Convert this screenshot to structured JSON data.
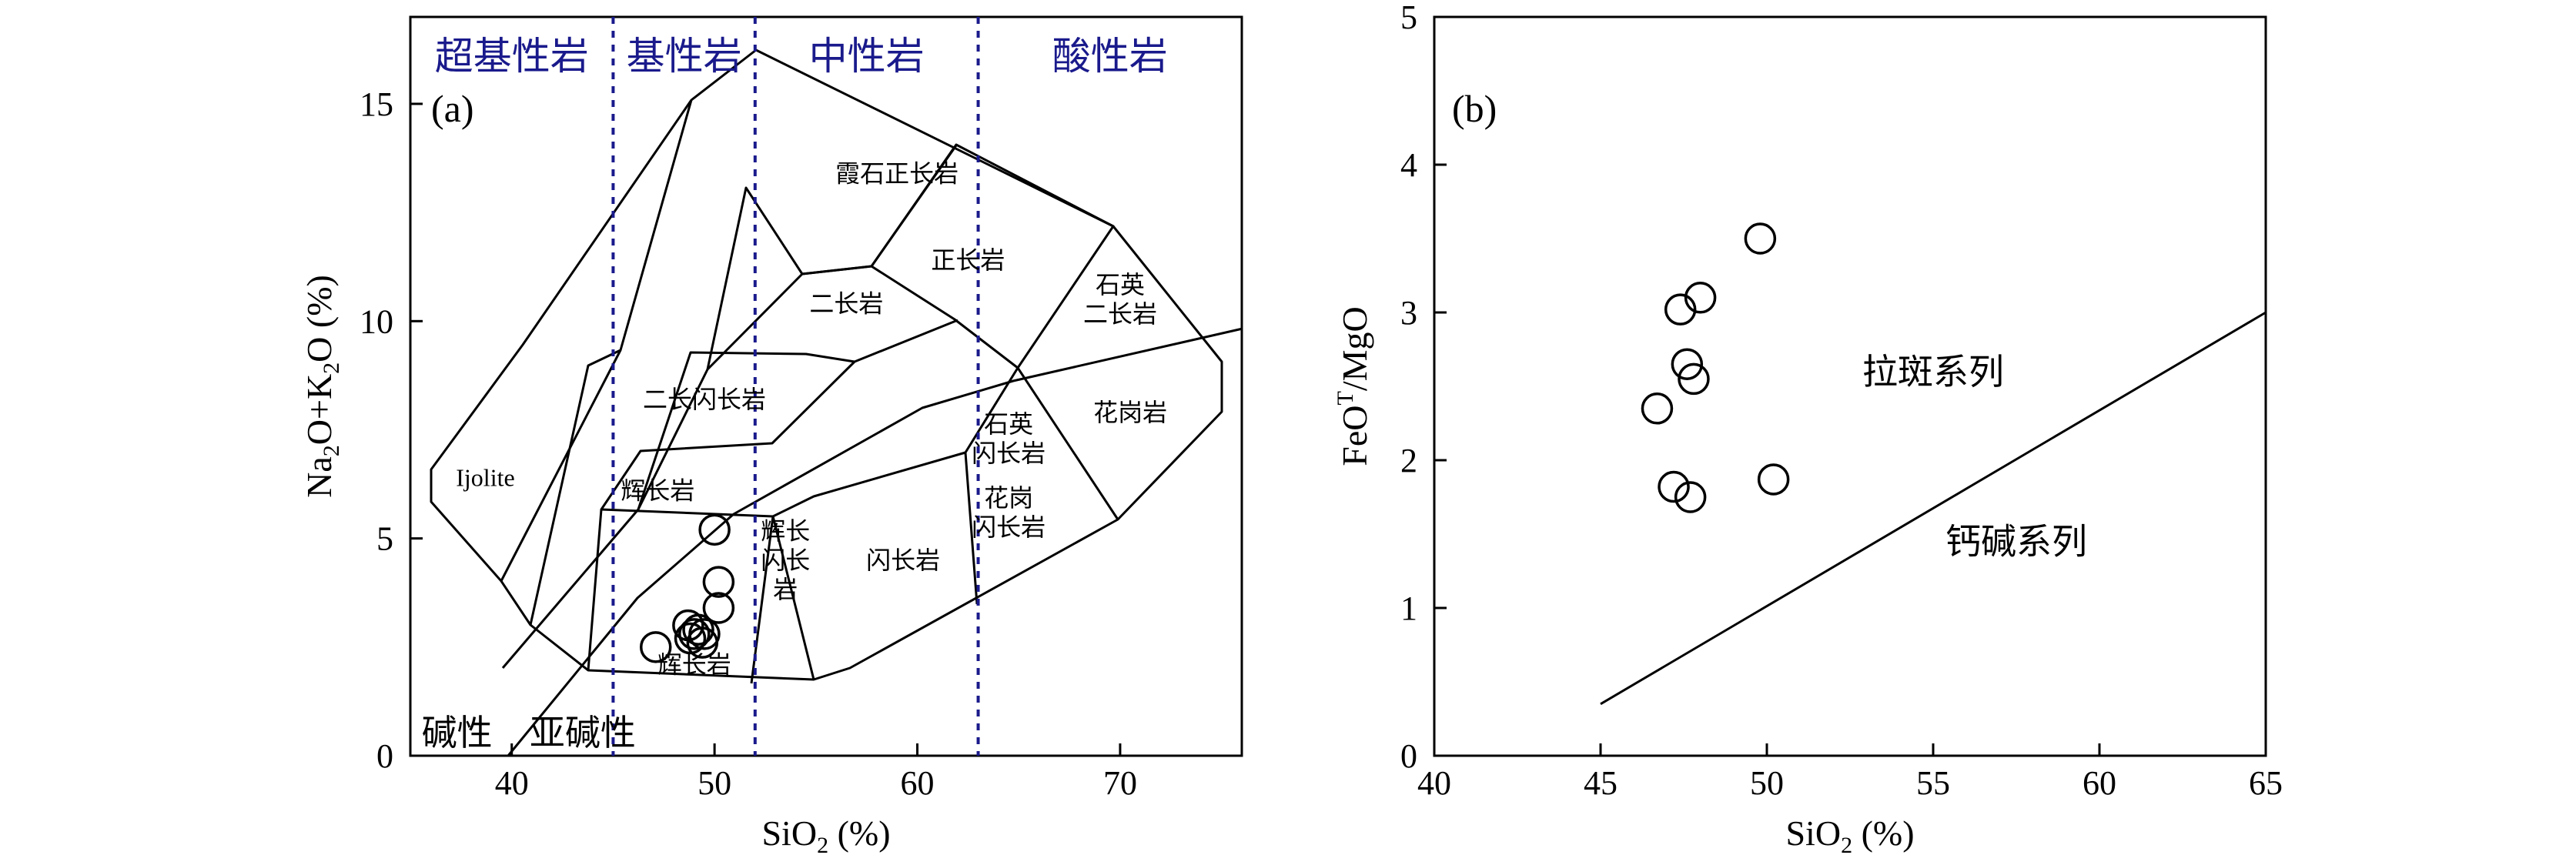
{
  "chart_data": [
    {
      "type": "scatter",
      "panel_label": "(a)",
      "xlabel": {
        "main": "SiO",
        "sub": "2",
        "tail": " (%)"
      },
      "ylabel": {
        "p1": "Na",
        "s1": "2",
        "p2": "O+K",
        "s2": "2",
        "p3": "O (%)"
      },
      "xlim": [
        35,
        76
      ],
      "ylim": [
        0,
        17
      ],
      "xticks": [
        40,
        50,
        60,
        70
      ],
      "yticks": [
        0,
        5,
        10,
        15
      ],
      "x_tick_labels": [
        "40",
        "50",
        "60",
        "70"
      ],
      "y_tick_labels": [
        "0",
        "5",
        "10",
        "15"
      ],
      "group_dividers_sio2": [
        45,
        52,
        63
      ],
      "group_labels": [
        {
          "text": "超基性岩",
          "x": 40.0
        },
        {
          "text": "基性岩",
          "x": 48.5
        },
        {
          "text": "中性岩",
          "x": 57.5
        },
        {
          "text": "酸性岩",
          "x": 69.5
        }
      ],
      "fields": [
        {
          "lines": [
            "Ijolite"
          ],
          "x": 38.7,
          "y": 6.4
        },
        {
          "lines": [
            "霞石正长岩"
          ],
          "x": 59.0,
          "y": 13.4
        },
        {
          "lines": [
            "正长岩"
          ],
          "x": 62.5,
          "y": 11.4
        },
        {
          "lines": [
            "二长岩"
          ],
          "x": 56.5,
          "y": 10.4
        },
        {
          "lines": [
            "石英",
            "二长岩"
          ],
          "x": 70.0,
          "y": 10.5
        },
        {
          "lines": [
            "二长闪长岩"
          ],
          "x": 49.5,
          "y": 8.2
        },
        {
          "lines": [
            "花岗岩"
          ],
          "x": 70.5,
          "y": 7.9
        },
        {
          "lines": [
            "辉长岩"
          ],
          "x": 47.2,
          "y": 6.1
        },
        {
          "lines": [
            "石英",
            "闪长岩"
          ],
          "x": 64.5,
          "y": 7.3
        },
        {
          "lines": [
            "花岗",
            "闪长岩"
          ],
          "x": 64.5,
          "y": 5.6
        },
        {
          "lines": [
            "闪长岩"
          ],
          "x": 59.3,
          "y": 4.5
        },
        {
          "lines": [
            "辉长",
            "闪长",
            "岩"
          ],
          "x": 53.5,
          "y": 4.5
        },
        {
          "lines": [
            "辉长岩"
          ],
          "x": 49.0,
          "y": 2.1
        }
      ],
      "series_labels": [
        {
          "text": "碱性",
          "x": 37.3,
          "y": 0.5
        },
        {
          "text": "亚碱性",
          "x": 43.5,
          "y": 0.5
        }
      ],
      "series": [
        {
          "x": [
            50.0,
            50.2,
            50.2,
            48.7,
            49.2,
            49.5,
            48.8,
            49.0,
            49.4,
            47.1
          ],
          "y": [
            5.2,
            4.0,
            3.4,
            3.0,
            2.9,
            2.8,
            2.7,
            2.8,
            2.6,
            2.5
          ]
        }
      ],
      "grid": false
    },
    {
      "type": "scatter",
      "panel_label": "(b)",
      "xlabel": {
        "main": "SiO",
        "sub": "2",
        "tail": " (%)"
      },
      "ylabel": {
        "p1": "FeO",
        "sup": "T",
        "p2": "/MgO"
      },
      "xlim": [
        40,
        65
      ],
      "ylim": [
        0,
        5
      ],
      "xticks": [
        40,
        45,
        50,
        55,
        60,
        65
      ],
      "yticks": [
        0,
        1,
        2,
        3,
        4,
        5
      ],
      "x_tick_labels": [
        "40",
        "45",
        "50",
        "55",
        "60",
        "65"
      ],
      "y_tick_labels": [
        "0",
        "1",
        "2",
        "3",
        "4",
        "5"
      ],
      "divider_line": {
        "x": [
          45,
          65
        ],
        "y": [
          0.35,
          3.0
        ]
      },
      "region_labels": [
        {
          "text": "拉斑系列",
          "x": 55.0,
          "y": 2.6
        },
        {
          "text": "钙碱系列",
          "x": 57.5,
          "y": 1.45
        }
      ],
      "series": [
        {
          "x": [
            49.8,
            47.4,
            48.0,
            47.6,
            47.8,
            46.7,
            47.2,
            47.7,
            50.2
          ],
          "y": [
            3.5,
            3.02,
            3.1,
            2.65,
            2.55,
            2.35,
            1.82,
            1.75,
            1.87
          ]
        }
      ],
      "grid": false
    }
  ]
}
